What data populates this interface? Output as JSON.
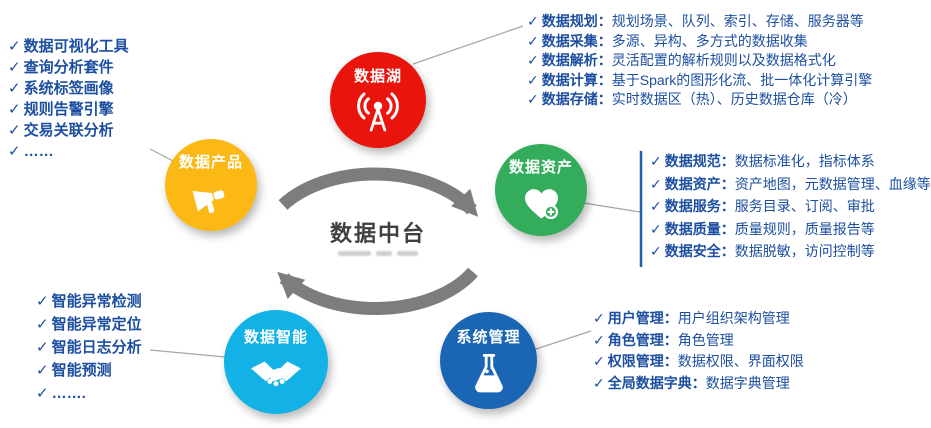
{
  "glyphs": {
    "check": "✓"
  },
  "center": {
    "title": "数据中台"
  },
  "nodes": {
    "lake": {
      "label": "数据湖"
    },
    "product": {
      "label": "数据产品"
    },
    "asset": {
      "label": "数据资产"
    },
    "intelligence": {
      "label": "数据智能"
    },
    "system": {
      "label": "系统管理"
    }
  },
  "lists": {
    "lake": [
      {
        "label": "数据规划：",
        "desc": "规划场景、队列、索引、存储、服务器等"
      },
      {
        "label": "数据采集：",
        "desc": "多源、异构、多方式的数据收集"
      },
      {
        "label": "数据解析：",
        "desc": "灵活配置的解析规则以及数据格式化"
      },
      {
        "label": "数据计算：",
        "desc": "基于Spark的图形化流、批一体化计算引擎"
      },
      {
        "label": "数据存储：",
        "desc": "实时数据区（热）、历史数据仓库（冷）"
      }
    ],
    "product": [
      "数据可视化工具",
      "查询分析套件",
      "系统标签画像",
      "规则告警引擎",
      "交易关联分析",
      "……"
    ],
    "asset": [
      {
        "label": "数据规范：",
        "desc": "数据标准化，指标体系"
      },
      {
        "label": "数据资产：",
        "desc": "资产地图，元数据管理、血缘等"
      },
      {
        "label": "数据服务：",
        "desc": "服务目录、订阅、审批"
      },
      {
        "label": "数据质量：",
        "desc": "质量规则，质量报告等"
      },
      {
        "label": "数据安全：",
        "desc": "数据脱敏，访问控制等"
      }
    ],
    "intelligence": [
      "智能异常检测",
      "智能异常定位",
      "智能日志分析",
      "智能预测",
      "……."
    ],
    "system": [
      {
        "label": "用户管理：",
        "desc": "用户组织架构管理"
      },
      {
        "label": "角色管理：",
        "desc": "角色管理"
      },
      {
        "label": "权限管理：",
        "desc": "数据权限、界面权限"
      },
      {
        "label": "全局数据字典：",
        "desc": "数据字典管理"
      }
    ]
  },
  "colors": {
    "lake": "#e9150d",
    "product": "#fcb814",
    "asset": "#33ad5b",
    "intelligence": "#12b2e6",
    "system": "#1a66b5",
    "list_text": "#1d4fa1",
    "center_text": "#404040",
    "arrow": "#7d7d7d",
    "asset_bracket": "#1e5fae"
  }
}
